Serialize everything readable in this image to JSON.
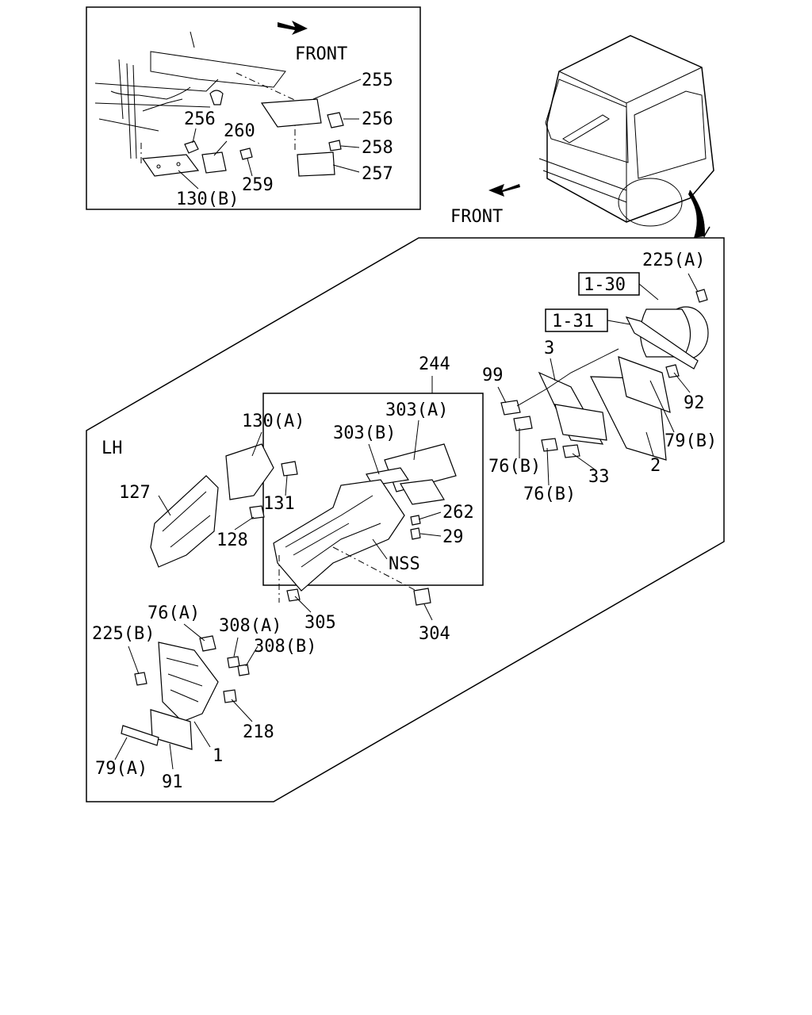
{
  "diagram": {
    "inset_direction": "FRONT",
    "main_direction": "FRONT",
    "side_label": "LH",
    "ref_boxes": {
      "a": "1-30",
      "b": "1-31"
    },
    "labels": {
      "p255": "255",
      "p256a": "256",
      "p256b": "256",
      "p260": "260",
      "p258": "258",
      "p259": "259",
      "p257": "257",
      "p130b": "130(B)",
      "p225a": "225(A)",
      "p3": "3",
      "p99": "99",
      "p92": "92",
      "p79b": "79(B)",
      "p76b1": "76(B)",
      "p76b2": "76(B)",
      "p33": "33",
      "p2": "2",
      "p244": "244",
      "p303a": "303(A)",
      "p303b": "303(B)",
      "p262": "262",
      "p29": "29",
      "nss": "NSS",
      "p304": "304",
      "p305": "305",
      "p130a": "130(A)",
      "p127": "127",
      "p131": "131",
      "p128": "128",
      "p76a": "76(A)",
      "p225b": "225(B)",
      "p308a": "308(A)",
      "p308b": "308(B)",
      "p218": "218",
      "p1": "1",
      "p79a": "79(A)",
      "p91": "91"
    }
  }
}
